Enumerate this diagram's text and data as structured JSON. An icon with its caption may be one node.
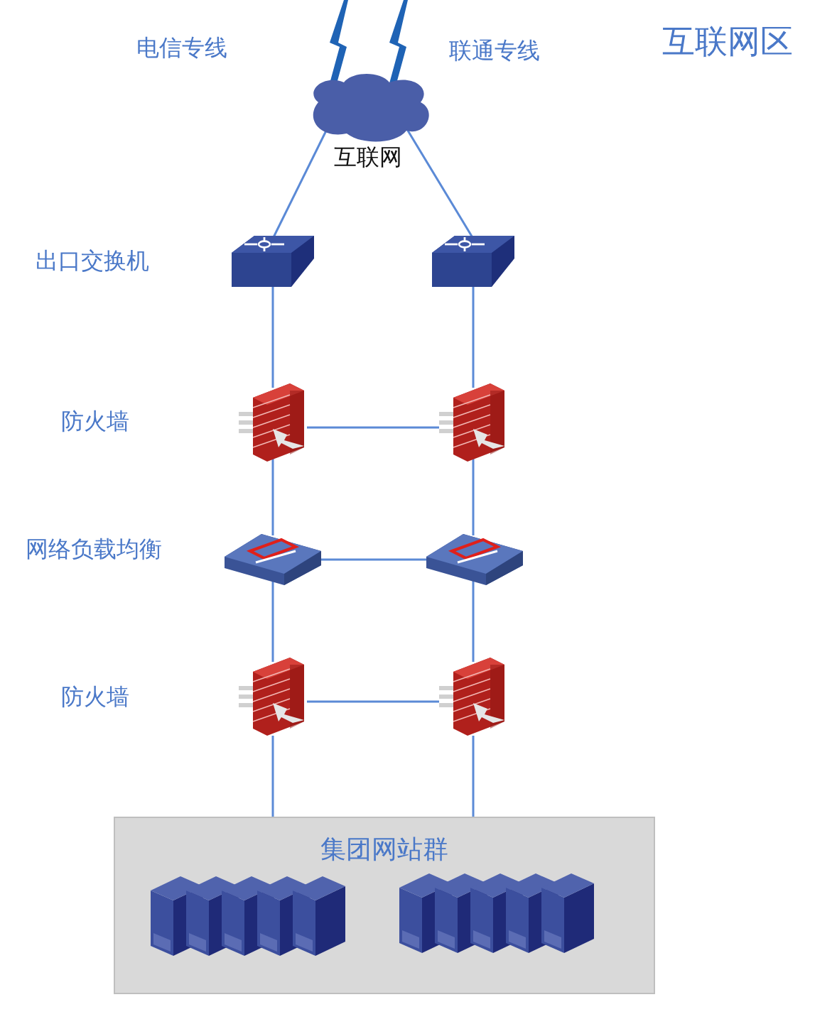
{
  "diagram": {
    "title": "互联网区",
    "nodes": [
      {
        "text": [
          "互联网"
        ]
      },
      {
        "text": [],
        "shape": "picture"
      },
      {
        "text": [],
        "shape": "picture"
      },
      {
        "text": [],
        "shape": "picture"
      },
      {
        "text": [],
        "shape": "picture"
      },
      {
        "text": [],
        "shape": "picture"
      },
      {
        "text": [],
        "shape": "picture"
      },
      {
        "text": [],
        "shape": "picture"
      },
      {
        "text": [],
        "shape": "picture"
      },
      {
        "text": [
          "集团网站群"
        ]
      }
    ],
    "edges": [
      {
        "from": 0,
        "to": 1,
        "arrow": "none"
      },
      {
        "from": 0,
        "to": 2,
        "arrow": "none"
      },
      {
        "from": 1,
        "to": 3,
        "arrow": "none"
      },
      {
        "from": 2,
        "to": 4,
        "arrow": "none"
      },
      {
        "from": 3,
        "to": 4,
        "arrow": "none"
      },
      {
        "from": 3,
        "to": 5,
        "arrow": "none"
      },
      {
        "from": 4,
        "to": 6,
        "arrow": "none"
      },
      {
        "from": 5,
        "to": 6,
        "arrow": "none"
      },
      {
        "from": 5,
        "to": 7,
        "arrow": "none"
      },
      {
        "from": 6,
        "to": 8,
        "arrow": "none"
      },
      {
        "from": 7,
        "to": 8,
        "arrow": "none"
      },
      {
        "from": 7,
        "to": 9,
        "arrow": "none"
      },
      {
        "from": 8,
        "to": 9,
        "arrow": "none"
      }
    ],
    "labels": [
      "电信专线",
      "联通专线",
      "出口交换机",
      "防火墙",
      "网络负载均衡",
      "防火墙"
    ]
  }
}
